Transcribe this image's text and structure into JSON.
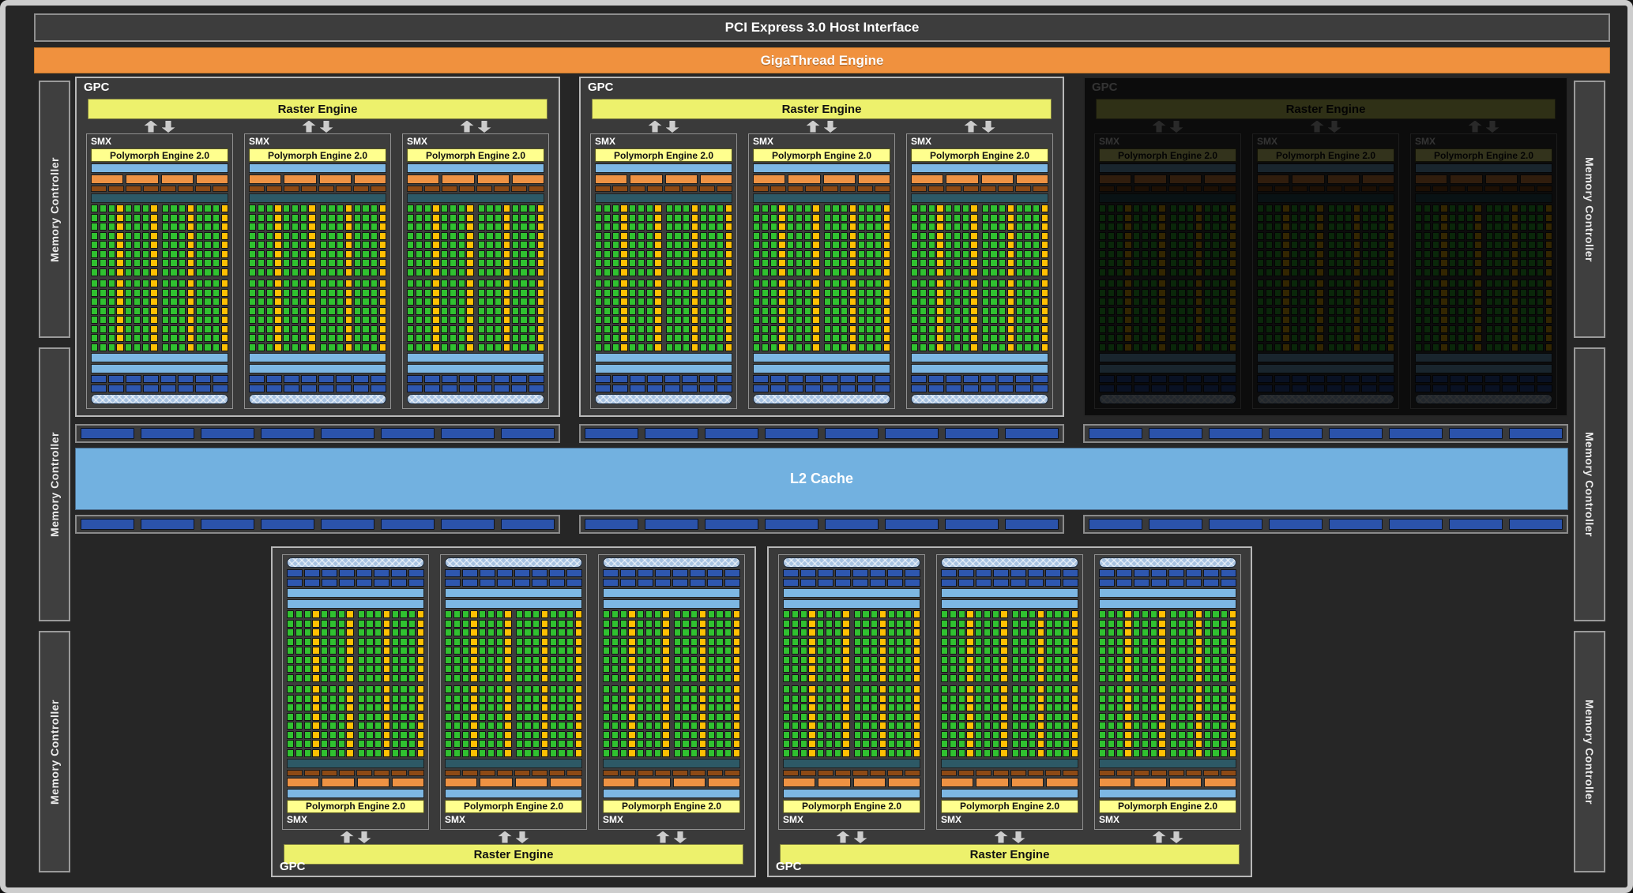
{
  "pci": {
    "label": "PCI Express 3.0 Host Interface"
  },
  "gigathread": {
    "label": "GigaThread Engine"
  },
  "memory_controller": {
    "label": "Memory Controller",
    "count": 6
  },
  "l2": {
    "label": "L2 Cache"
  },
  "gpc": {
    "label": "GPC",
    "raster_label": "Raster Engine",
    "smx": {
      "label": "SMX",
      "polymorph_label": "Polymorph Engine 2.0"
    }
  },
  "architecture": {
    "gpc_count": 5,
    "top_row_gpcs": 3,
    "bottom_row_gpcs": 2,
    "disabled_gpc_index": 2,
    "smx_per_gpc": 3,
    "core_grid": {
      "rows": 16,
      "cols": 16,
      "highlight_cols": [
        4,
        8,
        12,
        16
      ]
    },
    "orange_segments": 4,
    "brown_segments": 8,
    "blue_segment_rows": 2,
    "blue_segments_per_row": 8,
    "strip_groups": 6,
    "blocks_per_strip": 8
  },
  "colors": {
    "frame": "#cdcdcd",
    "bg": "#262626",
    "panel": "#3d3d3d",
    "panel_border": "#8f8f8f",
    "mc_bg": "#3f3f3f",
    "mc_border": "#9a9a9a",
    "gpc_bg": "#3a3a3a",
    "gpc_border": "#b8b8b8",
    "smx_bg": "#3d3d3d",
    "smx_border": "#909090",
    "strip_border": "#8a8a8a",
    "orange": "#f0913e",
    "raster": "#edf16c",
    "polymorph": "#ffff8e",
    "lightblue": "#7db7e3",
    "seg_orange": "#ee9243",
    "seg_brown": "#8d4a15",
    "teal": "#2d5966",
    "green": "#30c130",
    "core_yellow": "#ffc003",
    "darkblue": "#2e57af",
    "strip_blue": "#2b53ab",
    "pill": "#a8c3e2",
    "l2": "#72b1e0",
    "arrow": "#cccccc"
  }
}
